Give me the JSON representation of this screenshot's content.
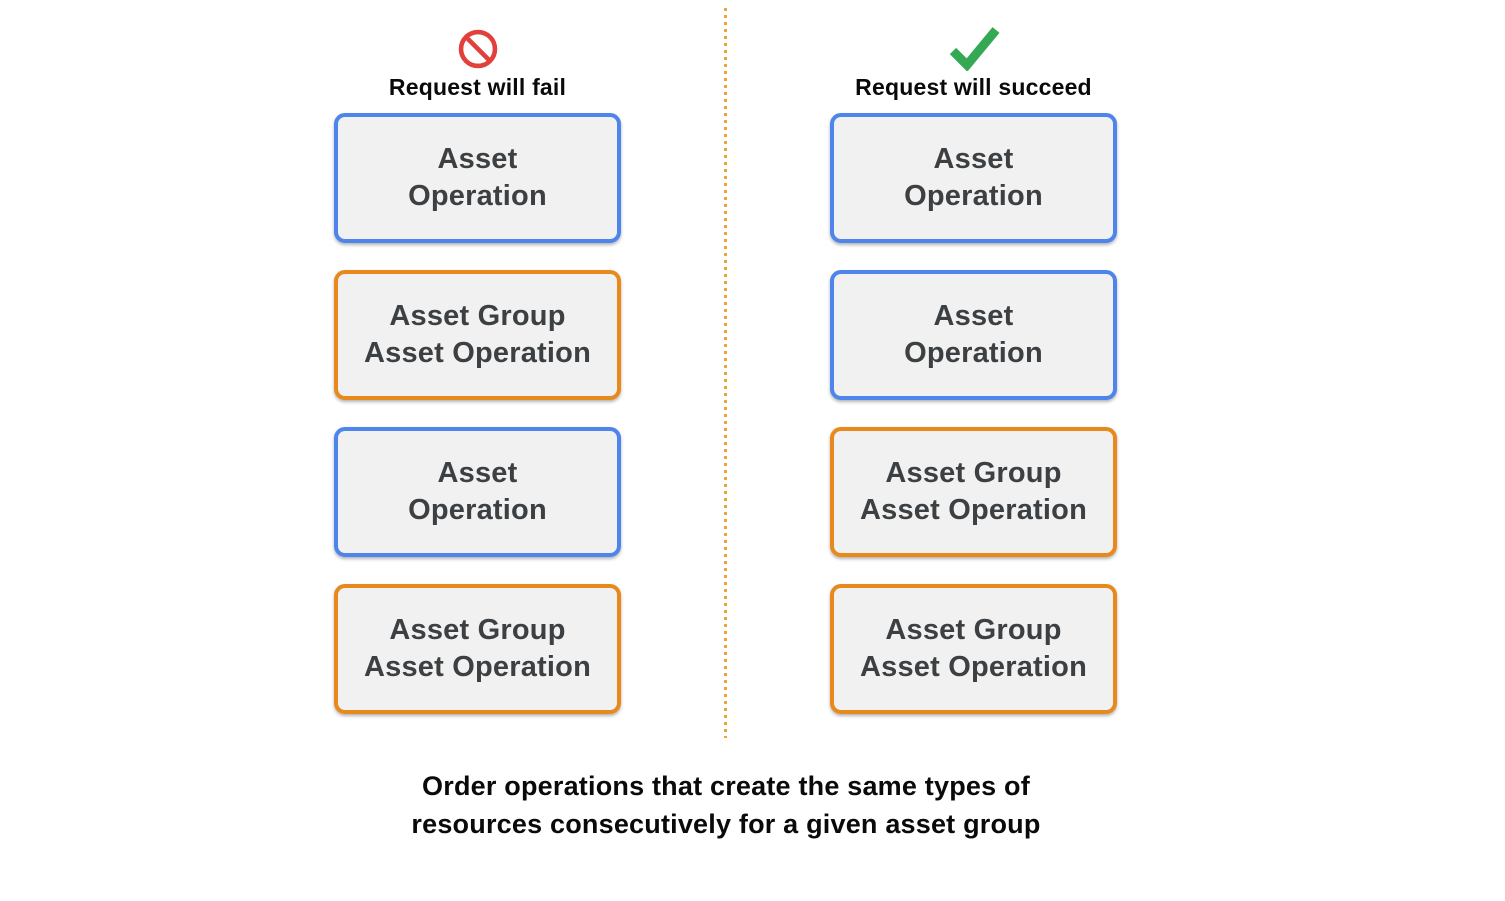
{
  "colors": {
    "blue_border": "#4d85ec",
    "orange_border": "#e8891e",
    "box_bg": "#f1f1f1",
    "box_text": "#3c4043",
    "fail_icon": "#e2403b",
    "success_icon": "#34a853",
    "divider": "#efa13c",
    "heading_text": "#0a0a0a"
  },
  "columns": [
    {
      "id": "fail",
      "icon": "prohibited-icon",
      "title": "Request will fail",
      "boxes": [
        {
          "type": "asset-operation",
          "border": "blue",
          "lines": [
            "Asset",
            "Operation"
          ]
        },
        {
          "type": "asset-group-asset-operation",
          "border": "orange",
          "lines": [
            "Asset Group",
            "Asset Operation"
          ]
        },
        {
          "type": "asset-operation",
          "border": "blue",
          "lines": [
            "Asset",
            "Operation"
          ]
        },
        {
          "type": "asset-group-asset-operation",
          "border": "orange",
          "lines": [
            "Asset Group",
            "Asset Operation"
          ]
        }
      ]
    },
    {
      "id": "succeed",
      "icon": "checkmark-icon",
      "title": "Request will succeed",
      "boxes": [
        {
          "type": "asset-operation",
          "border": "blue",
          "lines": [
            "Asset",
            "Operation"
          ]
        },
        {
          "type": "asset-operation",
          "border": "blue",
          "lines": [
            "Asset",
            "Operation"
          ]
        },
        {
          "type": "asset-group-asset-operation",
          "border": "orange",
          "lines": [
            "Asset Group",
            "Asset Operation"
          ]
        },
        {
          "type": "asset-group-asset-operation",
          "border": "orange",
          "lines": [
            "Asset Group",
            "Asset Operation"
          ]
        }
      ]
    }
  ],
  "caption": {
    "lines": [
      "Order operations that create the same types of",
      "resources consecutively for a given asset group"
    ]
  }
}
